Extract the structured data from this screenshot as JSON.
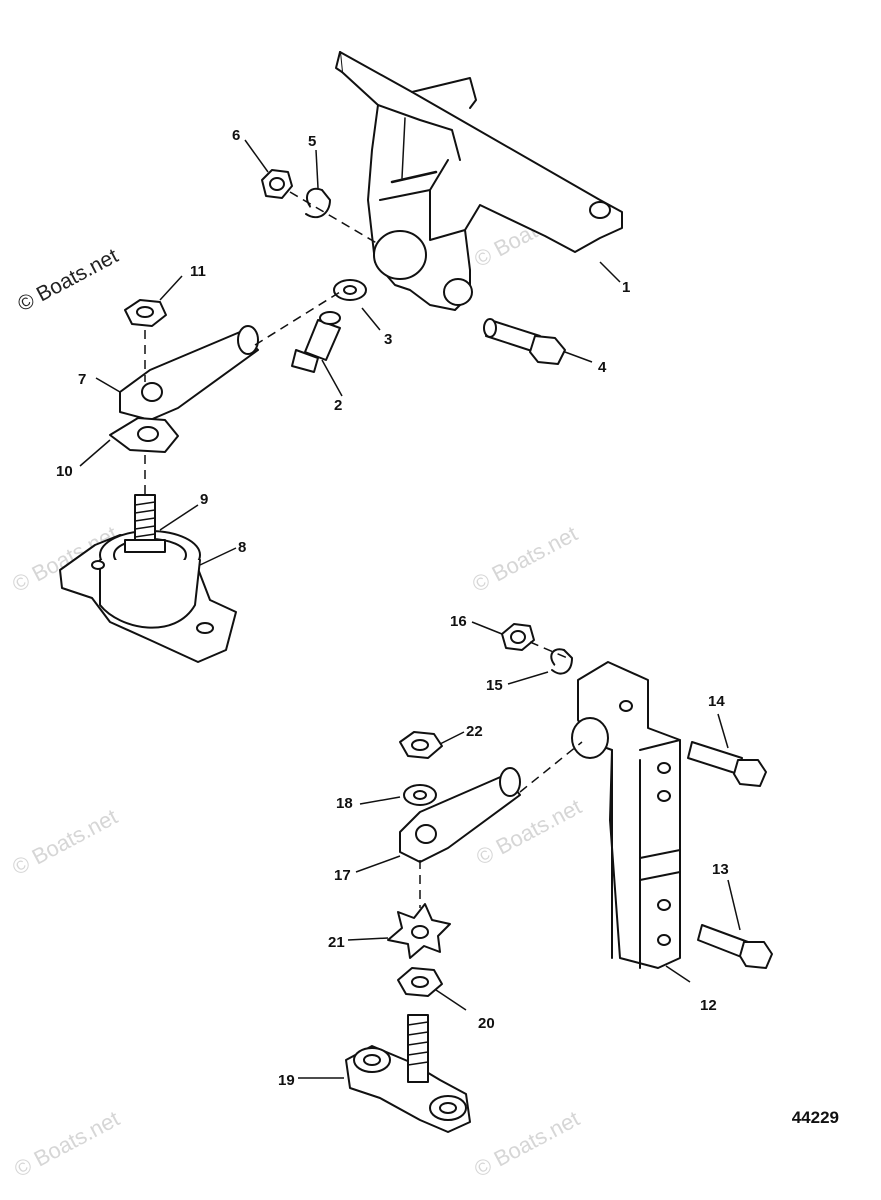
{
  "watermark": {
    "main": "© Boats.net",
    "faint": "© Boats.net"
  },
  "figure_number": "44229",
  "callouts": {
    "c1": "1",
    "c2": "2",
    "c3": "3",
    "c4": "4",
    "c5": "5",
    "c6": "6",
    "c7": "7",
    "c8": "8",
    "c9": "9",
    "c10": "10",
    "c11": "11",
    "c12": "12",
    "c13": "13",
    "c14": "14",
    "c15": "15",
    "c16": "16",
    "c17": "17",
    "c18": "18",
    "c19": "19",
    "c20": "20",
    "c21": "21",
    "c22": "22"
  }
}
